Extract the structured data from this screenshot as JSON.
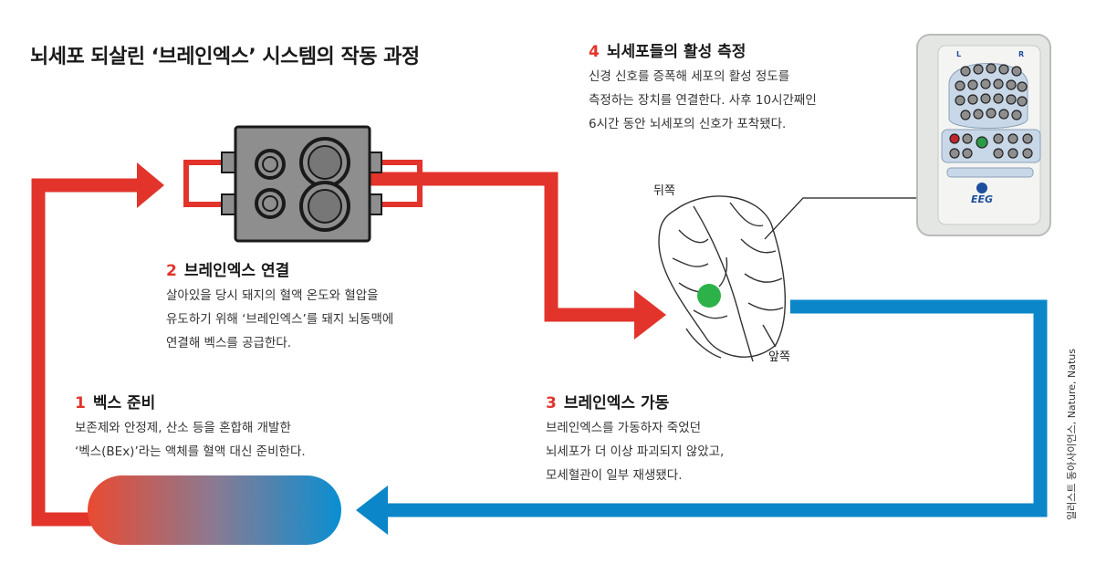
{
  "title": "뇌세포 되살린 ‘브레인엑스’ 시스템의 작동 과정",
  "steps": [
    {
      "number": "1",
      "heading": "벡스 준비",
      "lines": [
        "보존제와 안정제, 산소 등을 혼합해 개발한",
        "‘벡스(BEx)’라는 액체를 혈액 대신 준비한다."
      ]
    },
    {
      "number": "2",
      "heading": "브레인엑스 연결",
      "lines": [
        "살아있을 당시 돼지의 혈액 온도와 혈압을",
        "유도하기 위해 ‘브레인엑스’를 돼지 뇌동맥에",
        "연결해 벡스를 공급한다."
      ]
    },
    {
      "number": "3",
      "heading": "브레인엑스 가동",
      "lines": [
        "브레인엑스를 가동하자 죽었던",
        "뇌세포가 더 이상 파괴되지 않았고,",
        "모세혈관이 일부 재생됐다."
      ]
    },
    {
      "number": "4",
      "heading": "뇌세포들의 활성 측정",
      "lines": [
        "신경 신호를 증폭해 세포의 활성 정도를",
        "측정하는 장치를 연결한다. 사후 10시간째인",
        "6시간 동안 뇌세포의 신호가 포착됐다."
      ]
    }
  ],
  "brain_labels": {
    "back": "뒤쪽",
    "front": "앞쪽"
  },
  "device_label": "EEG",
  "device_side_labels": {
    "left": "L",
    "right": "R"
  },
  "credit": "일러스트 동아사이언스, Nature, Natus",
  "colors": {
    "red": "#e2342b",
    "blue": "#0b86c9",
    "device_gray": "#8e8e8e",
    "brain_dot": "#2db24a"
  }
}
